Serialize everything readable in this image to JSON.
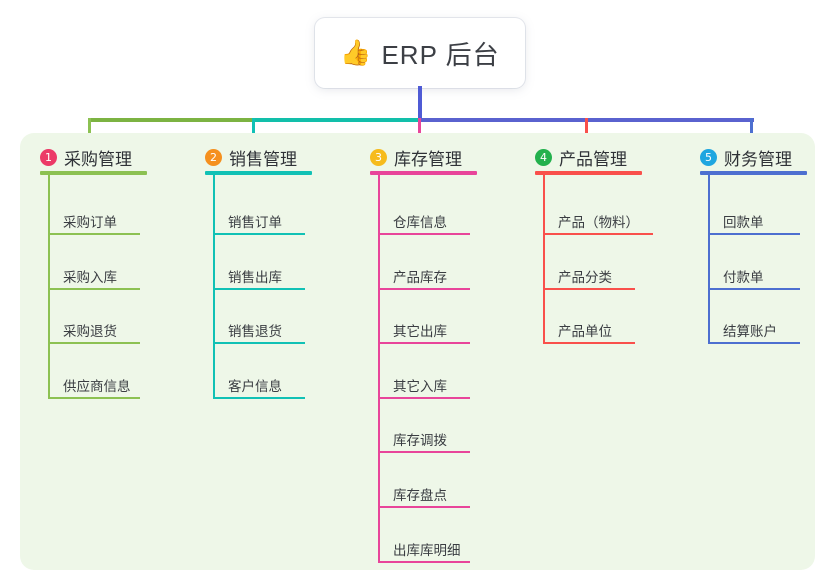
{
  "title": {
    "emoji": "👍",
    "emoji_name": "thumbs-up-icon",
    "text": "ERP 后台"
  },
  "palette": {
    "panel_bg": "#eef7e8",
    "card_bg": "#ffffff",
    "trunk": "#4f5bd5",
    "bar_left": "#7cb342",
    "bar_mid": "#12bfaa",
    "bar_right": "#5a62cf"
  },
  "columns": [
    {
      "index": "1",
      "badge_color": "#ec3a67",
      "line_color": "#8cc152",
      "title": "采购管理",
      "items": [
        "采购订单",
        "采购入库",
        "采购退货",
        "供应商信息"
      ]
    },
    {
      "index": "2",
      "badge_color": "#f5901e",
      "line_color": "#11c1b5",
      "title": "销售管理",
      "items": [
        "销售订单",
        "销售出库",
        "销售退货",
        "客户信息"
      ]
    },
    {
      "index": "3",
      "badge_color": "#f6bb1c",
      "line_color": "#e8459a",
      "title": "库存管理",
      "items": [
        "仓库信息",
        "产品库存",
        "其它出库",
        "其它入库",
        "库存调拨",
        "库存盘点",
        "出库库明细"
      ]
    },
    {
      "index": "4",
      "badge_color": "#23b14d",
      "line_color": "#f9504b",
      "title": "产品管理",
      "items": [
        "产品（物料）",
        "产品分类",
        "产品单位"
      ]
    },
    {
      "index": "5",
      "badge_color": "#1fa6e0",
      "line_color": "#4d6fd0",
      "title": "财务管理",
      "items": [
        "回款单",
        "付款单",
        "结算账户"
      ]
    }
  ]
}
